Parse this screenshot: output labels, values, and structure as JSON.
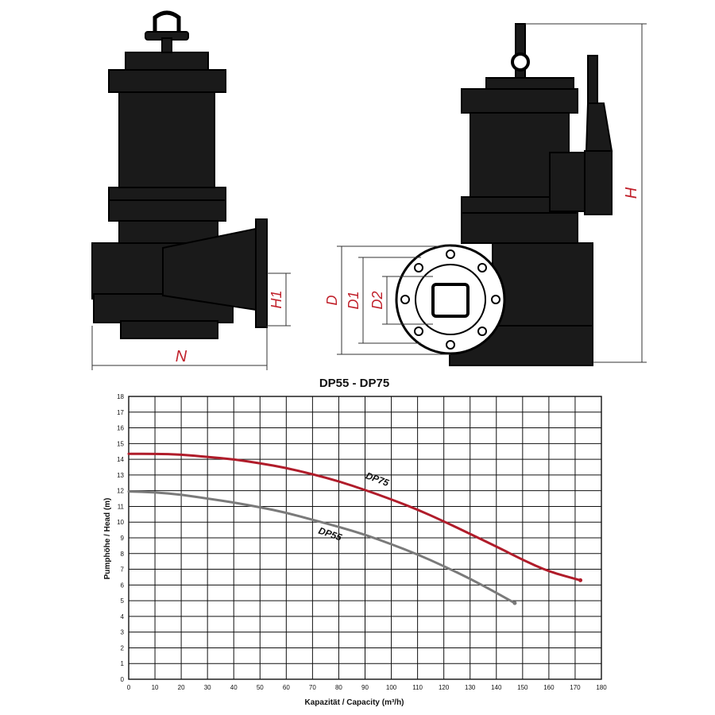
{
  "drawing": {
    "dim_n": "N",
    "dim_h1": "H1",
    "dim_d": "D",
    "dim_d1": "D1",
    "dim_d2": "D2",
    "dim_h": "H"
  },
  "colors": {
    "dimension": "#c0202a",
    "dp75": "#b01c2a",
    "dp55": "#7a7a7a",
    "grid": "#111111"
  },
  "chart_data": {
    "type": "line",
    "title": "DP55 - DP75",
    "xlabel": "Kapazität / Capacity (m³/h)",
    "ylabel": "Pumphöhe / Head (m)",
    "xlim": [
      0,
      180
    ],
    "ylim": [
      0,
      18
    ],
    "x_ticks": [
      "0",
      "10",
      "20",
      "30",
      "40",
      "50",
      "60",
      "70",
      "80",
      "90",
      "100",
      "110",
      "120",
      "130",
      "140",
      "150",
      "160",
      "170",
      "180"
    ],
    "y_ticks": [
      "0",
      "1",
      "2",
      "3",
      "4",
      "5",
      "6",
      "7",
      "8",
      "9",
      "10",
      "11",
      "12",
      "13",
      "14",
      "15",
      "16",
      "17",
      "18"
    ],
    "grid": true,
    "series": [
      {
        "name": "DP75",
        "x": [
          0,
          10,
          20,
          30,
          40,
          50,
          60,
          70,
          80,
          90,
          100,
          110,
          120,
          130,
          140,
          150,
          160,
          172
        ],
        "y": [
          14.35,
          14.35,
          14.3,
          14.15,
          14.0,
          13.75,
          13.45,
          13.05,
          12.6,
          12.05,
          11.45,
          10.8,
          10.05,
          9.25,
          8.45,
          7.6,
          6.85,
          6.3
        ]
      },
      {
        "name": "DP55",
        "x": [
          0,
          10,
          20,
          30,
          40,
          50,
          60,
          70,
          80,
          90,
          100,
          110,
          120,
          130,
          140,
          147
        ],
        "y": [
          11.95,
          11.9,
          11.75,
          11.5,
          11.25,
          10.95,
          10.6,
          10.15,
          9.7,
          9.2,
          8.6,
          7.95,
          7.2,
          6.4,
          5.5,
          4.85
        ]
      }
    ]
  }
}
